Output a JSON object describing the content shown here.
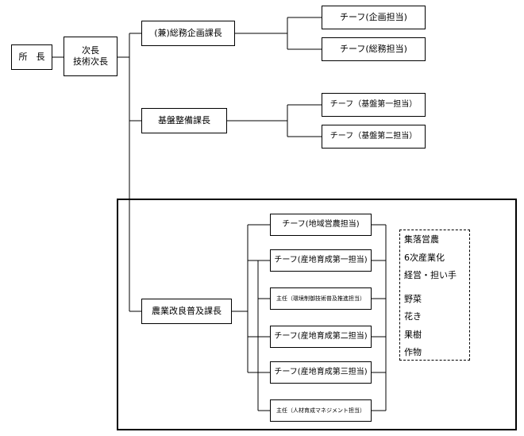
{
  "org": {
    "director": "所　長",
    "deputy": [
      "次長",
      "技術次長"
    ],
    "sections": [
      {
        "head": "(兼)総務企画課長",
        "teams": [
          "チーフ(企画担当)",
          "チーフ(総務担当)"
        ]
      },
      {
        "head": "基盤整備課長",
        "teams": [
          "チーフ（基盤第一担当）",
          "チーフ（基盤第二担当）"
        ]
      },
      {
        "head": "農業改良普及課長",
        "teams": [
          "チーフ(地域営農担当)",
          "チーフ(産地育成第一担当)",
          "主任（環境制御技術普及推進担当）",
          "チーフ(産地育成第二担当)",
          "チーフ(産地育成第三担当)",
          "主任（人材育成マネジメント担当）"
        ]
      }
    ],
    "extension_fields": [
      "集落営農",
      "6次産業化",
      "経営・担い手",
      "野菜",
      "花き",
      "果樹",
      "作物"
    ]
  }
}
